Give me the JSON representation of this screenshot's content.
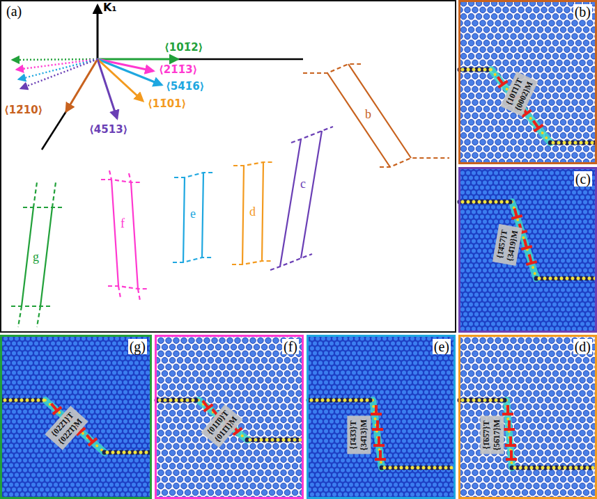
{
  "diagram": {
    "nodes": [
      {
        "text": [
          "(a)"
        ]
      },
      {
        "text": [
          "(b)"
        ]
      },
      {
        "text": [
          "(c)"
        ]
      },
      {
        "text": [
          "(g)"
        ]
      },
      {
        "text": [
          "(f)"
        ]
      },
      {
        "text": [
          "(e)"
        ]
      },
      {
        "text": [
          "(d)"
        ]
      },
      {
        "text": [
          "{101̄1}T",
          "{0002}M"
        ],
        "in": 1
      },
      {
        "text": [
          "{1̄4̄57}T",
          "{34̄19}M"
        ],
        "in": 2
      },
      {
        "text": [
          "{022̄1}T",
          "{022̄1̄}M"
        ],
        "in": 3
      },
      {
        "text": [
          "{011̄0}T",
          "{011̄1}M"
        ],
        "in": 4
      },
      {
        "text": [
          "{1̄43̄3}T",
          "{34̄13}M"
        ],
        "in": 5
      },
      {
        "text": [
          "{1̄65̄7}T",
          "{56̄17}M"
        ],
        "in": 6
      }
    ],
    "labels": [
      "K₁",
      "⟨101̄2⟩",
      "⟨21̄1̄3⟩",
      "⟨54̄1̄6⟩",
      "⟨11̄01⟩",
      "⟨45̄13⟩",
      "⟨12̄10⟩",
      "b",
      "c",
      "d",
      "e",
      "f",
      "g"
    ]
  }
}
